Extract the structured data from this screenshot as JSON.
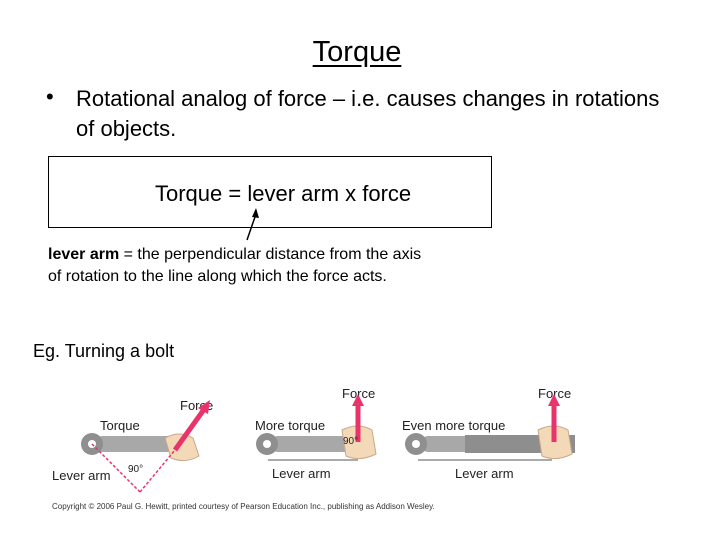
{
  "title": "Torque",
  "bullet": {
    "line1": "Rotational analog of force – i.e. causes changes in rotations",
    "line2": "of objects."
  },
  "formula": "Torque = lever arm x force",
  "definition": {
    "term": "lever arm",
    "text": " = the perpendicular distance from the axis of rotation to the line along which the force acts."
  },
  "example": "Eg. Turning a bolt",
  "figure": {
    "panel1": {
      "top_label": "Torque",
      "force_label": "Force",
      "lever_label": "Lever arm",
      "angle_label": "90°"
    },
    "panel2": {
      "top_label": "More torque",
      "force_label": "Force",
      "lever_label": "Lever arm",
      "angle_label": "90°"
    },
    "panel3": {
      "top_label": "Even more torque",
      "force_label": "Force",
      "lever_label": "Lever arm"
    }
  },
  "copyright": "Copyright © 2006 Paul G. Hewitt, printed courtesy of Pearson Education Inc., publishing as Addison Wesley.",
  "colors": {
    "force_arrow": "#e8336b",
    "wrench": "#9a9a9a",
    "hand": "#f3d9b8",
    "lever_line": "#e8336b"
  }
}
